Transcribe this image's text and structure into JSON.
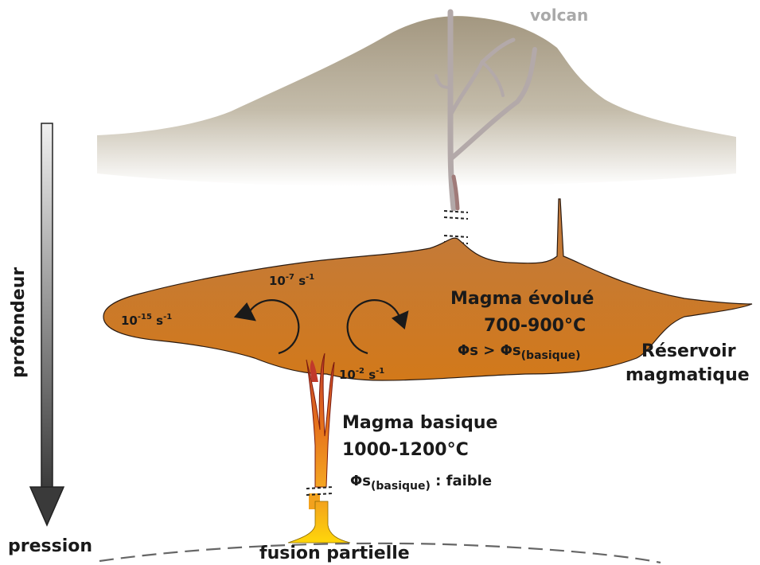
{
  "labels": {
    "volcano": "volcan",
    "depth": "profondeur",
    "pressure": "pression",
    "evolved_magma": "Magma évolué",
    "evolved_temp": "700-900°C",
    "phi_symbol": "Φs",
    "evolved_compare_mid": " > Φs",
    "basic_sub": "(basique)",
    "reservoir_line1": "Réservoir",
    "reservoir_line2": "magmatique",
    "basic_magma": "Magma basique",
    "basic_temp": "1000-1200°C",
    "basic_phi_sub": "(basique)",
    "basic_phi_tail": " : faible",
    "partial_melting": "fusion partielle"
  },
  "strain_rates": {
    "base": "10",
    "unit": " s",
    "unit_exp": "-1",
    "left_exp": "-15",
    "convection_exp": "-7",
    "dyke_exp": "-2"
  },
  "colors": {
    "volcano_top": "#a39780",
    "volcano_bottom": "#ffffff",
    "reservoir_top": "#c47a3a",
    "reservoir_bottom": "#d07a1c",
    "conduit_grey": "#b3a9a9",
    "dyke_red": "#c0392b",
    "dyke_orange": "#f39c12",
    "dyke_yellow": "#ffdd00",
    "arrow_top": "#e8e8e8",
    "arrow_bottom": "#3a3a3a"
  }
}
